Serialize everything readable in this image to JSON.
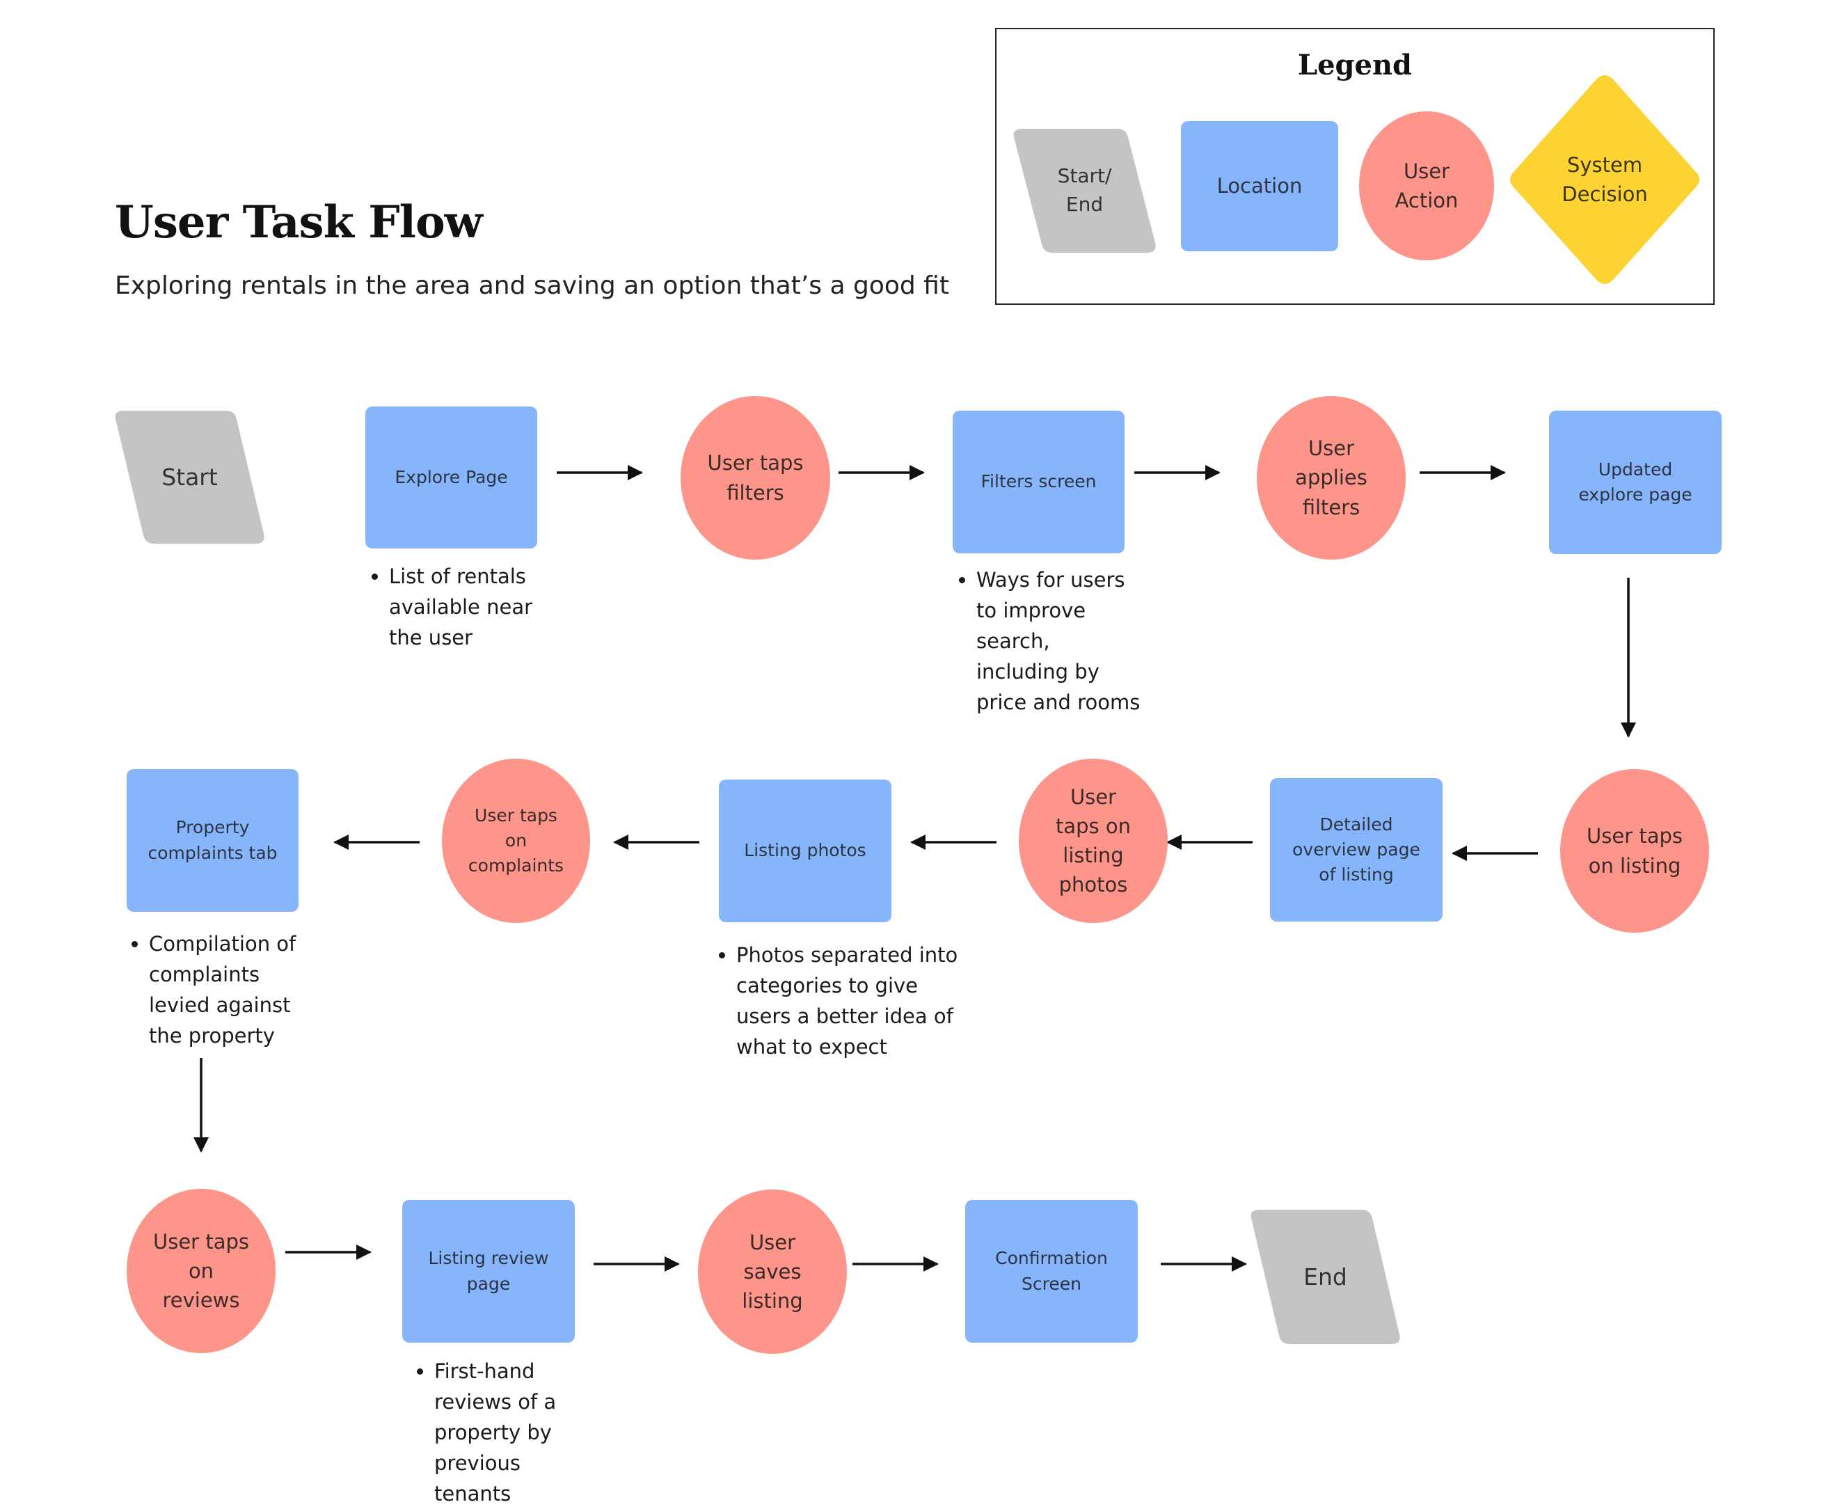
{
  "header": {
    "title": "User Task Flow",
    "subtitle": "Exploring rentals in the area and saving an option that’s a good fit"
  },
  "legend": {
    "title": "Legend",
    "start_end": "Start/ End",
    "location": "Location",
    "user_action": "User Action",
    "system_decision": "System Decision",
    "colors": {
      "start_end": "#c4c4c4",
      "location": "#86b5fc",
      "user_action": "#fe958b",
      "system_decision": "#fdd334"
    }
  },
  "flow": {
    "start": "Start",
    "explore_page": "Explore Page",
    "user_taps_filters": "User taps filters",
    "filters_screen": "Filters screen",
    "user_applies_filters": "User applies filters",
    "updated_explore_page": "Updated explore page",
    "user_taps_on_listing": "User taps on listing",
    "detailed_overview": "Detailed overview page of listing",
    "user_taps_on_listing_photos": "User taps on listing photos",
    "listing_photos": "Listing photos",
    "user_taps_on_complaints": "User taps on complaints",
    "property_complaints_tab": "Property complaints tab",
    "user_taps_on_reviews": "User taps on reviews",
    "listing_review_page": "Listing review page",
    "user_saves_listing": "User saves listing",
    "confirmation_screen": "Confirmation Screen",
    "end": "End"
  },
  "notes": {
    "explore_page": "List of rentals available near the user",
    "filters_screen": "Ways for users to improve search, including by price and rooms",
    "listing_photos": "Photos separated into categories to give users a better idea of what to expect",
    "property_complaints": "Compilation of complaints levied against the property",
    "listing_review": "First-hand reviews of a property by previous tenants"
  }
}
